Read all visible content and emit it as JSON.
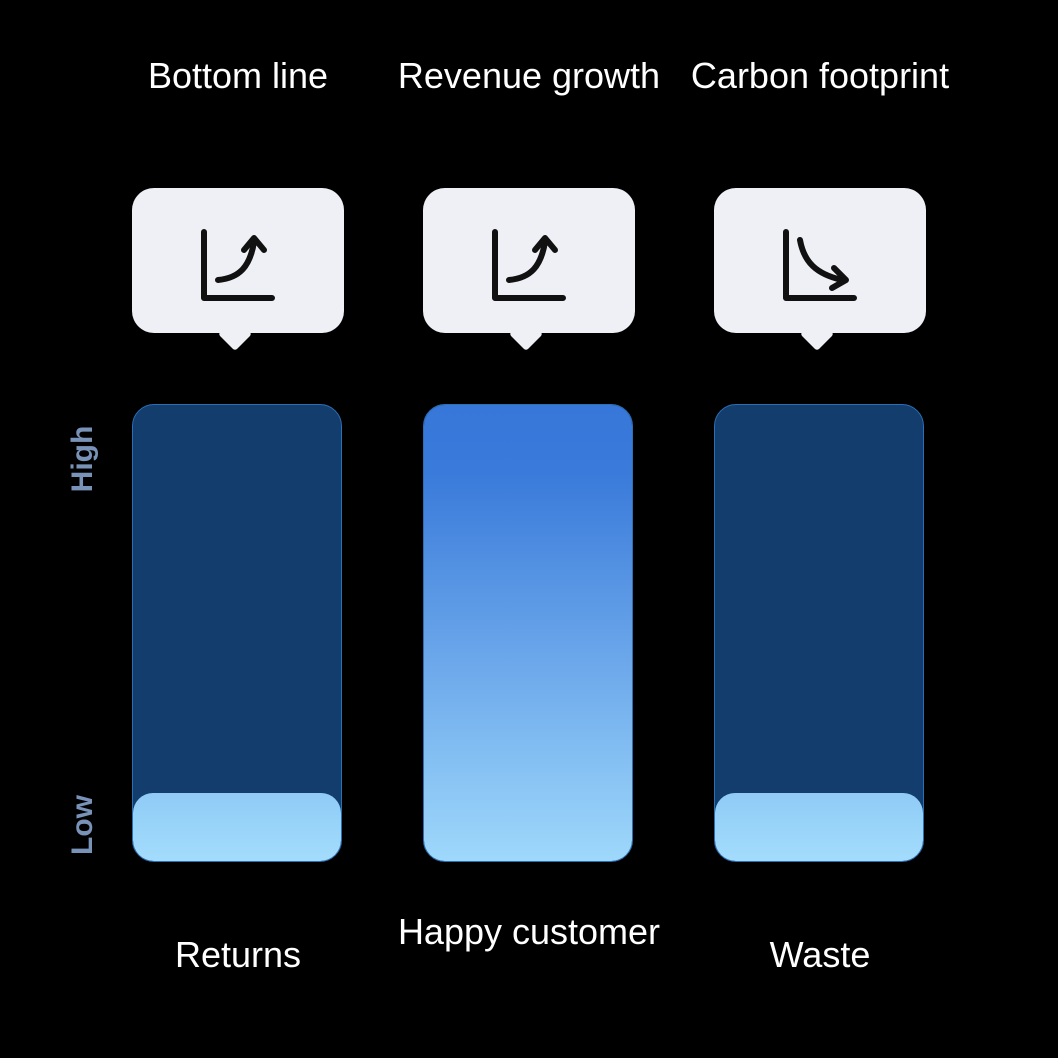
{
  "chart_data": {
    "type": "bar",
    "y_axis_labels": {
      "high": "High",
      "low": "Low"
    },
    "bars": [
      {
        "title": "Bottom line",
        "icon": "chart-trend-up-icon",
        "label": "Returns",
        "value": 0.15
      },
      {
        "title": "Revenue growth",
        "icon": "chart-trend-up-icon",
        "label": "Happy customer",
        "value": 1.0
      },
      {
        "title": "Carbon footprint",
        "icon": "chart-trend-down-icon",
        "label": "Waste",
        "value": 0.15
      }
    ],
    "colors": {
      "track": "#123d6d",
      "fill_top": "#3777d9",
      "fill_bottom": "#9ed8fb",
      "bubble": "#eef0f5",
      "axis_label": "#7993b8"
    }
  }
}
